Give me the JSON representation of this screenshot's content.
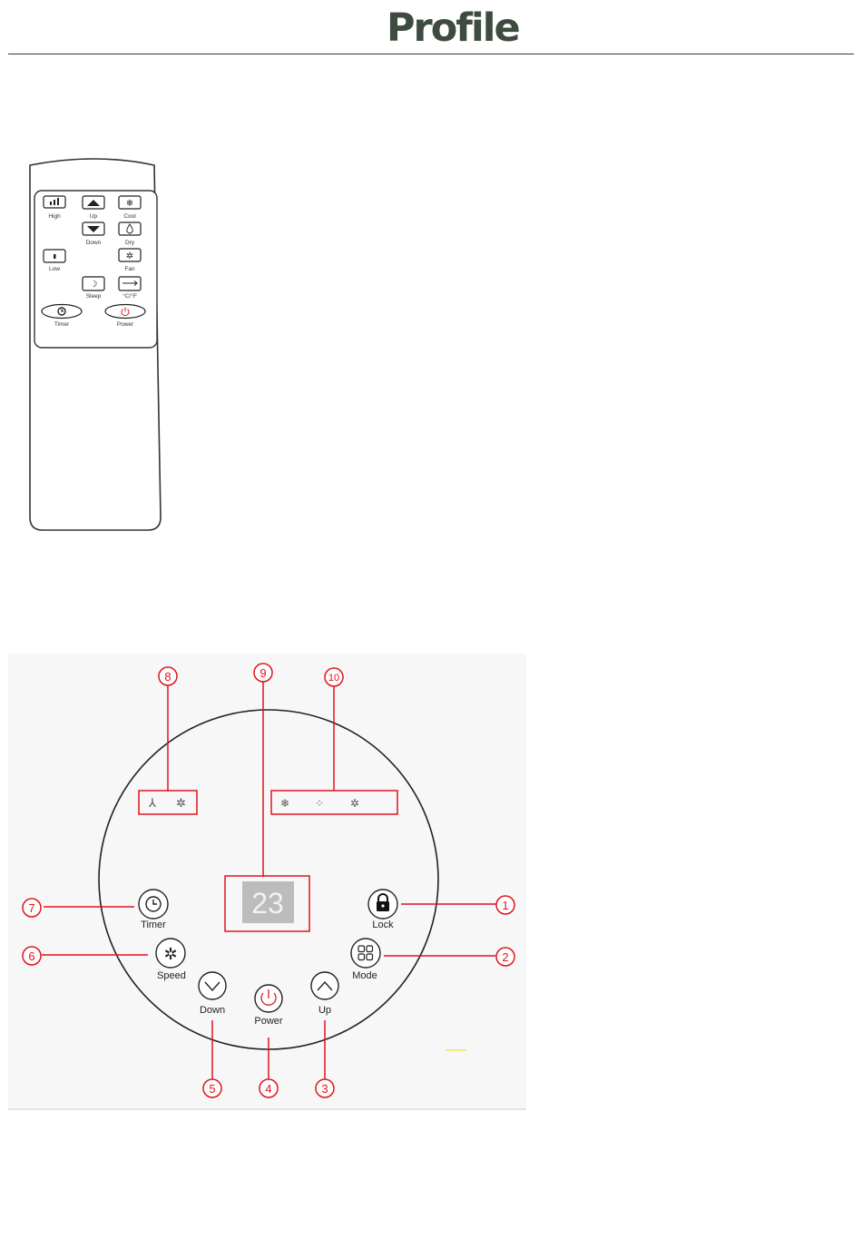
{
  "header": {
    "logo_text": "Profile"
  },
  "remote": {
    "buttons": [
      {
        "label": "High",
        "icon": "signal-bars-icon"
      },
      {
        "label": "Up",
        "icon": "triangle-up-icon"
      },
      {
        "label": "Cool",
        "icon": "snowflake-icon"
      },
      {
        "label": "Down",
        "icon": "triangle-down-icon"
      },
      {
        "label": "Dry",
        "icon": "droplet-icon"
      },
      {
        "label": "Low",
        "icon": "low-bar-icon"
      },
      {
        "label": "Fan",
        "icon": "fan-icon"
      },
      {
        "label": "Sleep",
        "icon": "moon-icon"
      },
      {
        "label": "°C/°F",
        "icon": "double-arrow-icon"
      },
      {
        "label": "Timer",
        "icon": "clock-icon"
      },
      {
        "label": "Power",
        "icon": "power-icon"
      }
    ]
  },
  "panel": {
    "display_value": "23",
    "buttons": {
      "timer": "Timer",
      "speed": "Speed",
      "down": "Down",
      "power": "Power",
      "up": "Up",
      "mode": "Mode",
      "lock": "Lock"
    },
    "callouts": [
      "1",
      "2",
      "3",
      "4",
      "5",
      "6",
      "7",
      "8",
      "9",
      "10"
    ],
    "accent_color": "#e0141e"
  }
}
